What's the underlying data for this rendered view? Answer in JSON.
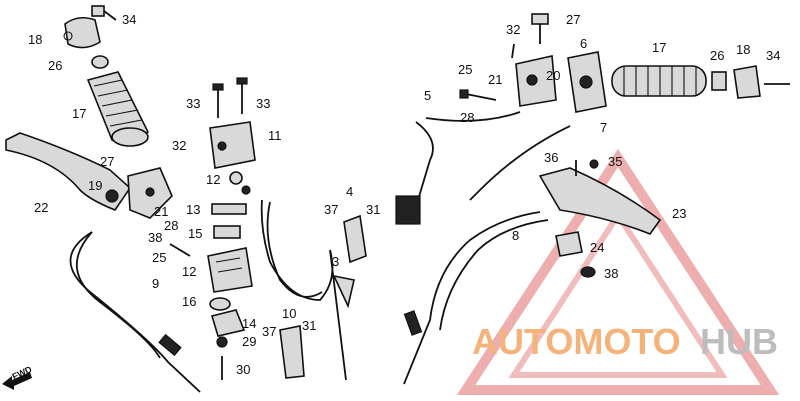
{
  "diagram": {
    "callouts": [
      "34",
      "18",
      "26",
      "17",
      "33",
      "33",
      "11",
      "32",
      "27",
      "12",
      "19",
      "21",
      "22",
      "28",
      "38",
      "13",
      "15",
      "25",
      "12",
      "9",
      "16",
      "14",
      "37",
      "29",
      "30",
      "10",
      "31",
      "32",
      "27",
      "6",
      "17",
      "26",
      "18",
      "34",
      "25",
      "21",
      "20",
      "28",
      "5",
      "7",
      "36",
      "35",
      "23",
      "4",
      "37",
      "31",
      "3",
      "8",
      "24",
      "38"
    ],
    "direction_label": "FWD"
  },
  "watermark": {
    "part_a": "AUTOMOTO",
    "part_b": "HUB",
    "colors": {
      "orange": "#f3b37a",
      "grey": "#bdbdbd",
      "triangle": "#e06b6b"
    }
  }
}
